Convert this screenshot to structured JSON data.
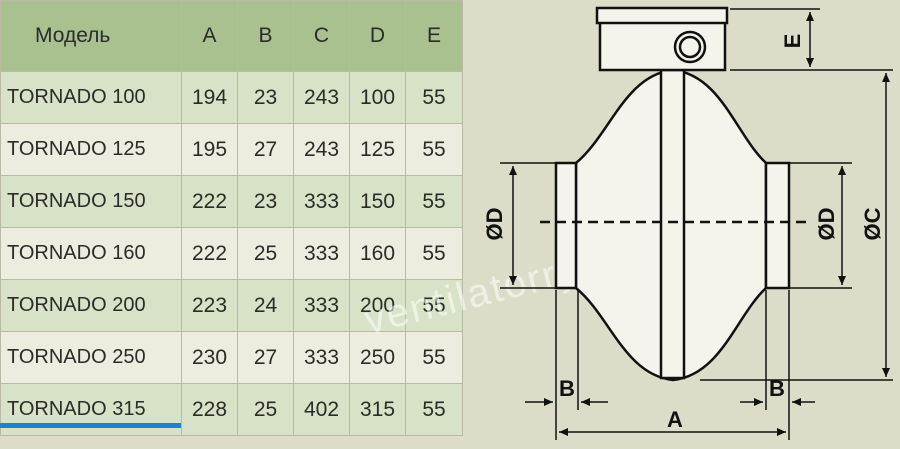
{
  "table": {
    "headers": [
      "Модель",
      "A",
      "B",
      "C",
      "D",
      "E"
    ],
    "rows": [
      [
        "TORNADO  100",
        "194",
        "23",
        "243",
        "100",
        "55"
      ],
      [
        "TORNADO  125",
        "195",
        "27",
        "243",
        "125",
        "55"
      ],
      [
        "TORNADO  150",
        "222",
        "23",
        "333",
        "150",
        "55"
      ],
      [
        "TORNADO  160",
        "222",
        "25",
        "333",
        "160",
        "55"
      ],
      [
        "TORNADO  200",
        "223",
        "24",
        "333",
        "200",
        "55"
      ],
      [
        "TORNADO  250",
        "230",
        "27",
        "333",
        "250",
        "55"
      ],
      [
        "TORNADO  315",
        "228",
        "25",
        "402",
        "315",
        "55"
      ]
    ]
  },
  "drawing": {
    "label_e": "E",
    "label_d_left": "ØD",
    "label_d_right": "ØD",
    "label_c": "ØC",
    "label_b_left": "B",
    "label_b_right": "B",
    "label_a": "A"
  },
  "watermark": "ventilatorry.ru",
  "colors": {
    "header_bg": "#a9c08f",
    "row_green": "#d7e2c6",
    "row_white": "#ececdf",
    "accent": "#1d83d0"
  }
}
